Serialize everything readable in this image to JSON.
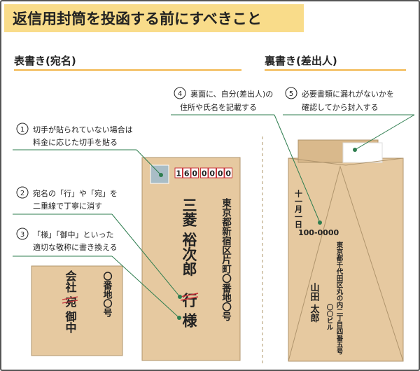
{
  "title": "返信用封筒を投函する前にすべきこと",
  "front": {
    "heading": "表書き(宛名)",
    "postal_digits": [
      "1",
      "6",
      "0",
      "0",
      "0",
      "0",
      "0"
    ],
    "address": "東京都新宿区片町〇番地〇号",
    "name": "三菱 裕次郎",
    "old_suffix": "行",
    "new_suffix": "様"
  },
  "back": {
    "heading": "裏書き(差出人)",
    "date": "十一月一日",
    "postal": "100-0000",
    "address_line1": "東京都千代田区丸の内二丁目四番五号",
    "address_line2": "〇〇ビル",
    "name": "山田 太郎"
  },
  "company_card": {
    "address": "〇番地〇号",
    "company": "会社",
    "old_suffix": "宛",
    "new_suffix": "御中"
  },
  "notes": [
    {
      "num": "1",
      "lines": [
        "切手が貼られていない場合は",
        "料金に応じた切手を貼る"
      ]
    },
    {
      "num": "2",
      "lines": [
        "宛名の「行」や「宛」を",
        "二重線で丁寧に消す"
      ]
    },
    {
      "num": "3",
      "lines": [
        "「様」「御中」といった",
        "適切な敬称に書き換える"
      ]
    },
    {
      "num": "4",
      "lines": [
        "裏面に、自分(差出人)の",
        "住所や氏名を記載する"
      ]
    },
    {
      "num": "5",
      "lines": [
        "必要書類に漏れがないかを",
        "確認してから封入する"
      ]
    }
  ],
  "colors": {
    "title_bg": "#F9DC8A",
    "border": "#555555",
    "envelope": "#E6C9A0",
    "envelope_stroke": "#B0956D",
    "underline": "#F2B64B",
    "leader": "#2E7D4F",
    "stamp": "#A9BDC6",
    "postal_red": "#C8343B",
    "strike_red": "#C8343B"
  }
}
